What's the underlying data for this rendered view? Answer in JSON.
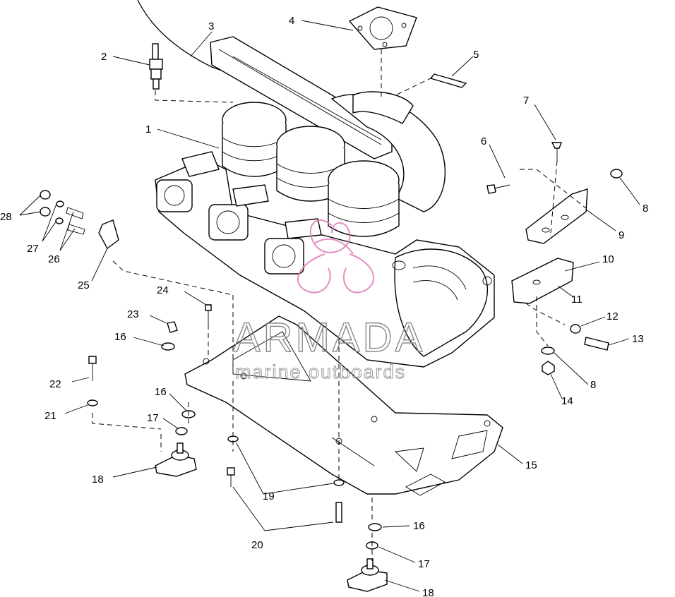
{
  "watermark": {
    "brand": "ARMADA",
    "tagline": "marine outboards",
    "logo_color": "#e07ab8"
  },
  "callouts": {
    "c1": "1",
    "c2": "2",
    "c3": "3",
    "c4": "4",
    "c5": "5",
    "c6": "6",
    "c7": "7",
    "c8a": "8",
    "c8b": "8",
    "c9": "9",
    "c10": "10",
    "c11": "11",
    "c12": "12",
    "c13": "13",
    "c14": "14",
    "c15": "15",
    "c16a": "16",
    "c16b": "16",
    "c16c": "16",
    "c17a": "17",
    "c17b": "17",
    "c18a": "18",
    "c18b": "18",
    "c19": "19",
    "c20": "20",
    "c21": "21",
    "c22": "22",
    "c23": "23",
    "c24": "24",
    "c25": "25",
    "c26": "26",
    "c27": "27",
    "c28": "28"
  }
}
